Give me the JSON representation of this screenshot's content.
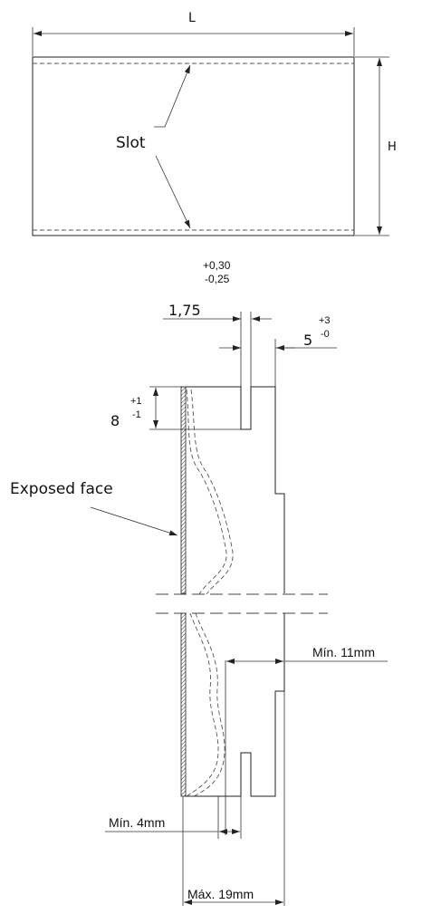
{
  "top_view": {
    "length_label": "L",
    "height_label": "H",
    "slot_label": "Slot"
  },
  "section": {
    "tolerance_top": "+0,30",
    "tolerance_bottom": "-0,25",
    "thickness_value": "1,75",
    "depth_value": "5",
    "depth_tol_plus": "+3",
    "depth_tol_minus": "-0",
    "height_value": "8",
    "height_tol_plus": "+1",
    "height_tol_minus": "-1",
    "exposed_face_label": "Exposed face",
    "min_11_label": "Mín. 11mm",
    "min_4_label": "Mín. 4mm",
    "max_19_label": "Máx. 19mm"
  }
}
